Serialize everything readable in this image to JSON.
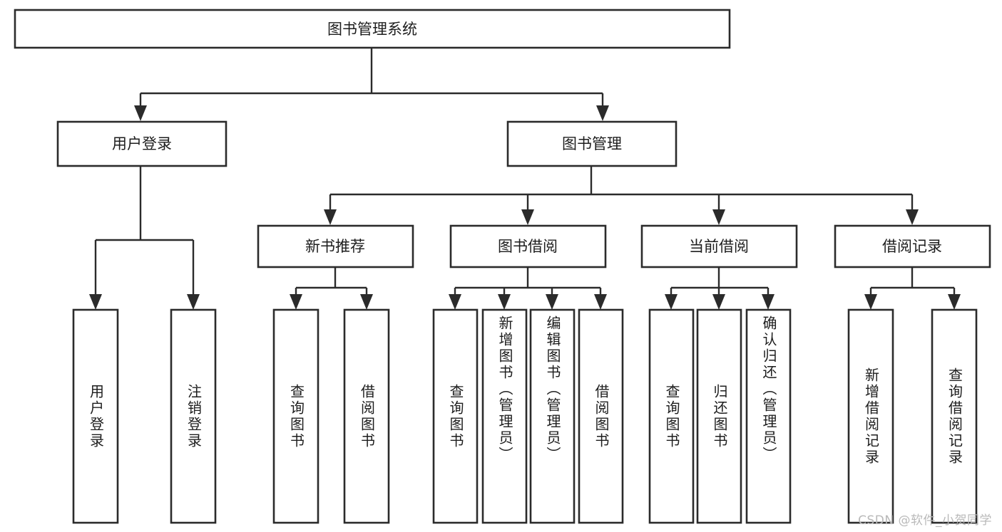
{
  "diagram": {
    "title": "图书管理系统",
    "type": "tree",
    "watermark": "CSDN @软件_小贺同学",
    "colors": {
      "box_stroke": "#2b2b2b",
      "box_fill": "#ffffff",
      "text": "#1d1d1d",
      "watermark": "#b9b9b9",
      "background": "#ffffff"
    },
    "nodes": {
      "root": {
        "label": "图书管理系统"
      },
      "level2": [
        {
          "id": "user-login",
          "label": "用户登录"
        },
        {
          "id": "book-management",
          "label": "图书管理"
        }
      ],
      "level3": [
        {
          "id": "new-book-recommend",
          "label": "新书推荐"
        },
        {
          "id": "book-borrow",
          "label": "图书借阅"
        },
        {
          "id": "current-borrow",
          "label": "当前借阅"
        },
        {
          "id": "borrow-record",
          "label": "借阅记录"
        }
      ],
      "leaves": {
        "user_login": [
          {
            "id": "leaf-user-login",
            "label": "用户登录"
          },
          {
            "id": "leaf-logout-login",
            "label": "注销登录"
          }
        ],
        "new_book_recommend": [
          {
            "id": "leaf-query-book-1",
            "label": "查询图书"
          },
          {
            "id": "leaf-borrow-book-1",
            "label": "借阅图书"
          }
        ],
        "book_borrow": [
          {
            "id": "leaf-query-book-2",
            "label": "查询图书"
          },
          {
            "id": "leaf-add-book",
            "label": "新增图书（管理员）"
          },
          {
            "id": "leaf-edit-book",
            "label": "编辑图书（管理员）"
          },
          {
            "id": "leaf-borrow-book-2",
            "label": "借阅图书"
          }
        ],
        "current_borrow": [
          {
            "id": "leaf-query-book-3",
            "label": "查询图书"
          },
          {
            "id": "leaf-return-book",
            "label": "归还图书"
          },
          {
            "id": "leaf-confirm-return",
            "label": "确认归还（管理员）"
          }
        ],
        "borrow_record": [
          {
            "id": "leaf-add-borrow-record",
            "label": "新增借阅记录"
          },
          {
            "id": "leaf-query-borrow-record",
            "label": "查询借阅记录"
          }
        ]
      }
    }
  }
}
